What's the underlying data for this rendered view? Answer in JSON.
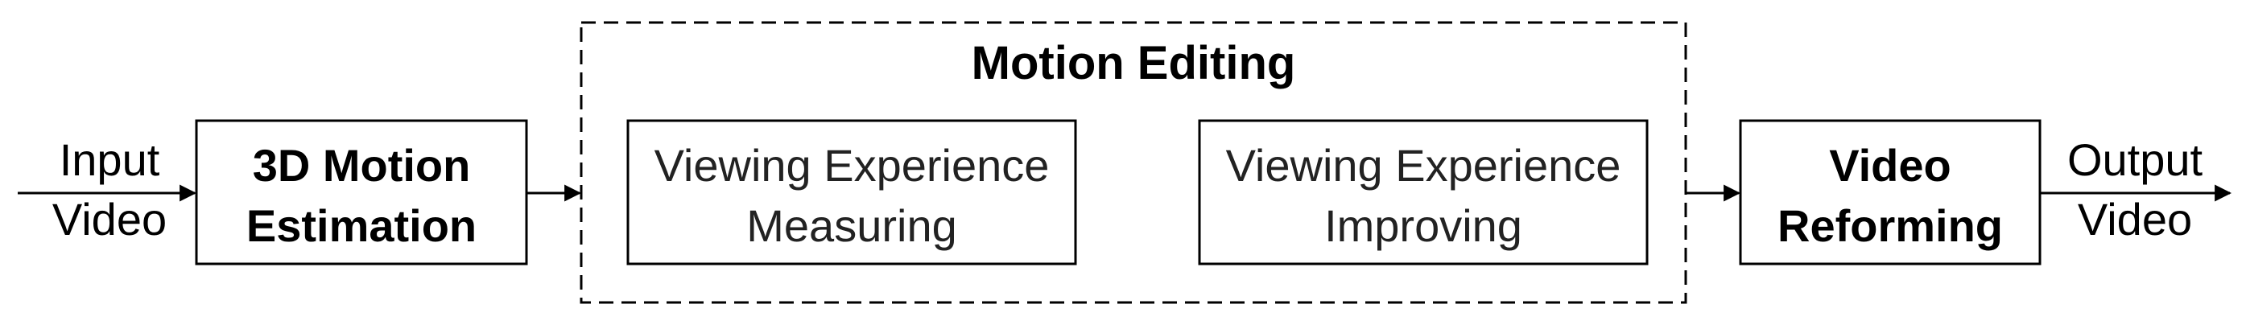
{
  "input": {
    "line1": "Input",
    "line2": "Video"
  },
  "output": {
    "line1": "Output",
    "line2": "Video"
  },
  "motion_estimation": {
    "line1": "3D Motion",
    "line2": "Estimation"
  },
  "motion_editing": {
    "title": "Motion Editing",
    "measuring": {
      "line1": "Viewing Experience",
      "line2": "Measuring"
    },
    "improving": {
      "line1": "Viewing Experience",
      "line2": "Improving"
    }
  },
  "video_reforming": {
    "line1": "Video",
    "line2": "Reforming"
  }
}
